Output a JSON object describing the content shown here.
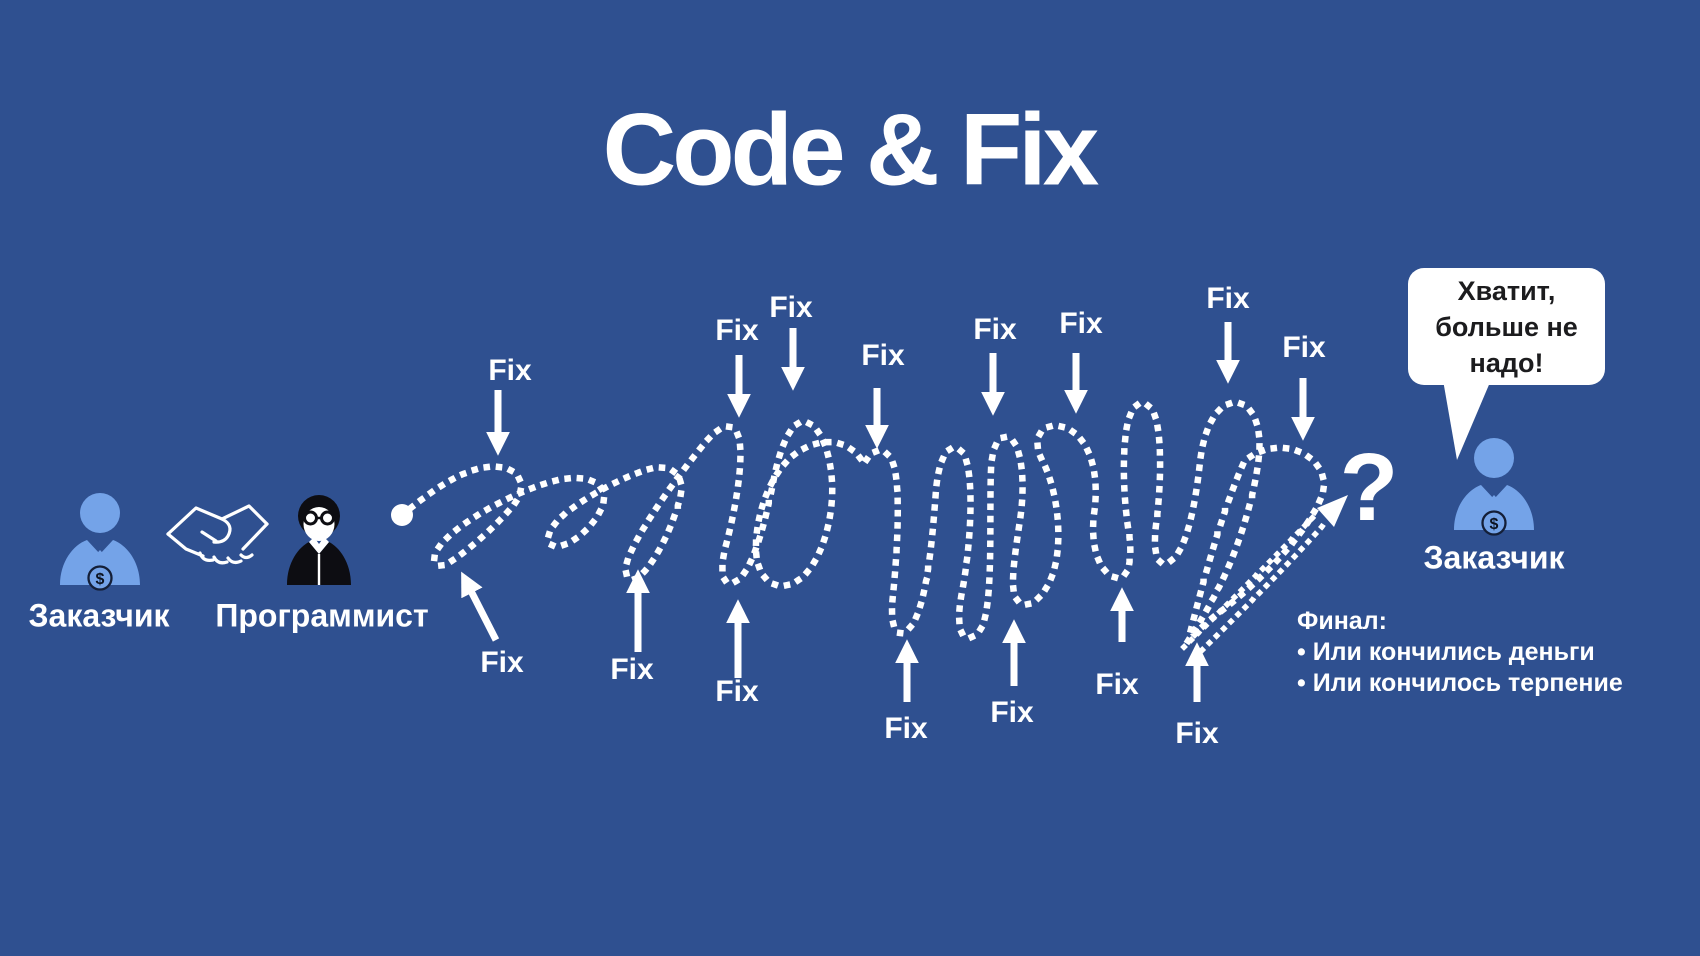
{
  "title": "Code & Fix",
  "colors": {
    "background": "#2F5090",
    "person_blue": "#74A3E8",
    "white": "#FFFFFF",
    "bubble_text": "#1C1C1E",
    "programmer_black": "#0D0D12"
  },
  "left_group": {
    "customer_label": "Заказчик",
    "programmer_label": "Программист",
    "icons": [
      "customer-icon",
      "handshake-icon",
      "programmer-icon"
    ]
  },
  "process": {
    "fix_label": "Fix",
    "fix_count_top": 8,
    "fix_count_bottom": 7,
    "end_symbol": "?",
    "line_style": "dotted-scribble"
  },
  "right_group": {
    "speech_bubble_lines": [
      "Хватит,",
      "больше не",
      "надо!"
    ],
    "customer_label": "Заказчик"
  },
  "finale": {
    "heading": "Финал:",
    "bullets": [
      "• Или кончились деньги",
      "• Или кончилось терпение"
    ]
  },
  "icons": {
    "dollar_glyph": "$"
  }
}
